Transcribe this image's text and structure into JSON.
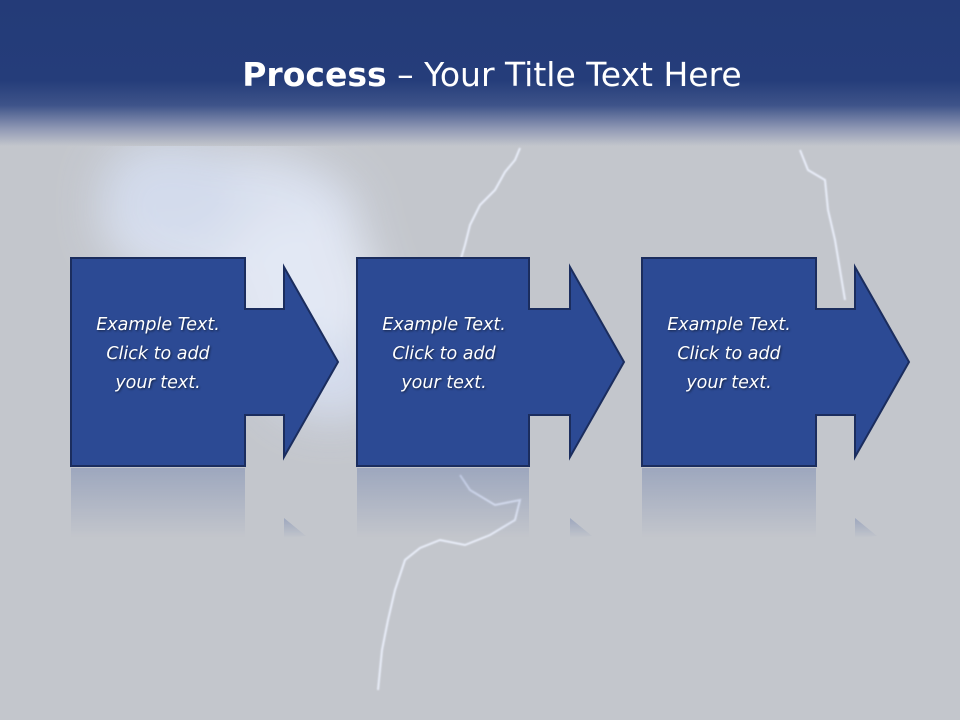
{
  "title": {
    "bold": "Process",
    "rest": " – Your Title Text Here"
  },
  "steps": [
    {
      "lines": [
        "Example Text.",
        "Click  to add",
        "your text."
      ]
    },
    {
      "lines": [
        "Example Text.",
        "Click  to add",
        "your text."
      ]
    },
    {
      "lines": [
        "Example Text.",
        "Click  to add",
        "your text."
      ]
    }
  ],
  "colors": {
    "header": "#243b78",
    "box_fill": "#2c4a94",
    "box_border": "#1b2d5e",
    "background": "#c3c6cc"
  }
}
